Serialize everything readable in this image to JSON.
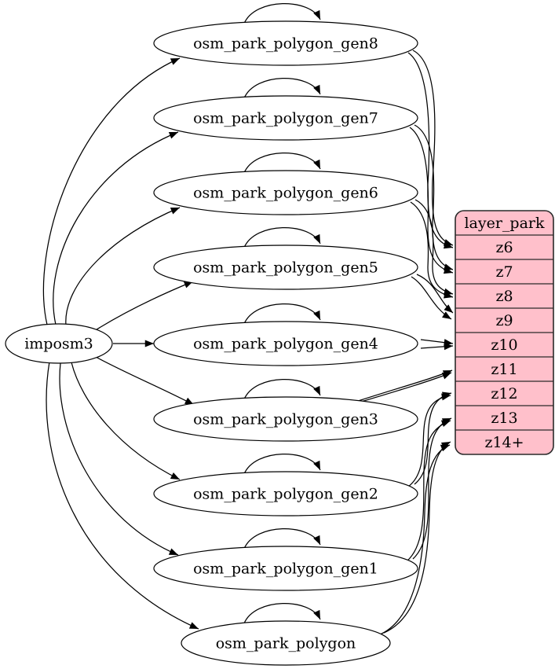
{
  "diagram": {
    "background": "#ffffff",
    "edge_color": "#000000",
    "node_fill": "#ffffff",
    "node_stroke": "#000000",
    "text_color": "#000000",
    "source": {
      "id": "imposm3",
      "label": "imposm3"
    },
    "tables": [
      {
        "id": "gen8",
        "label": "osm_park_polygon_gen8",
        "maps_to": "z6",
        "self_loop": true
      },
      {
        "id": "gen7",
        "label": "osm_park_polygon_gen7",
        "maps_to": "z7",
        "self_loop": true
      },
      {
        "id": "gen6",
        "label": "osm_park_polygon_gen6",
        "maps_to": "z8",
        "self_loop": true
      },
      {
        "id": "gen5",
        "label": "osm_park_polygon_gen5",
        "maps_to": "z9",
        "self_loop": true
      },
      {
        "id": "gen4",
        "label": "osm_park_polygon_gen4",
        "maps_to": "z10",
        "self_loop": true
      },
      {
        "id": "gen3",
        "label": "osm_park_polygon_gen3",
        "maps_to": "z11",
        "self_loop": true
      },
      {
        "id": "gen2",
        "label": "osm_park_polygon_gen2",
        "maps_to": "z12",
        "self_loop": true
      },
      {
        "id": "gen1",
        "label": "osm_park_polygon_gen1",
        "maps_to": "z13",
        "self_loop": true
      },
      {
        "id": "polygon",
        "label": "osm_park_polygon",
        "maps_to": "z14+",
        "self_loop": true
      }
    ],
    "layer_table": {
      "title": "layer_park",
      "rows": [
        "z6",
        "z7",
        "z8",
        "z9",
        "z10",
        "z11",
        "z12",
        "z13",
        "z14+"
      ],
      "fill": "#ffc0cb",
      "stroke": "#2a2a2a"
    }
  }
}
